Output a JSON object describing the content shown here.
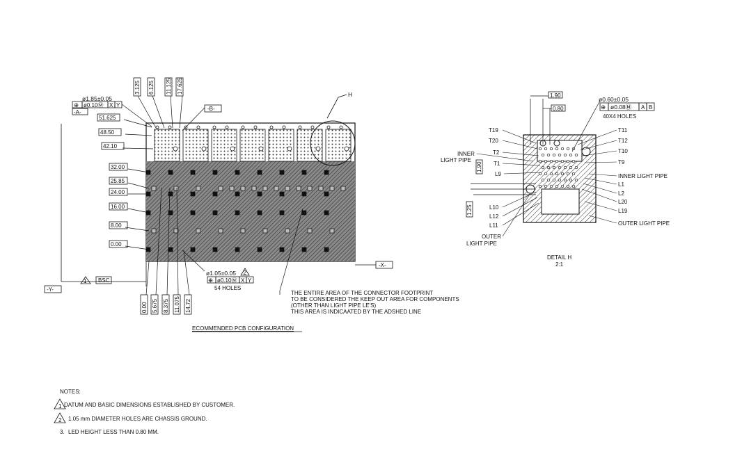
{
  "main_footprint": {
    "datum_hole": {
      "dia": "ø1.85±0.05",
      "fcf_tol": "ø0.10Ⓜ",
      "fcf_ref1": "X",
      "fcf_ref2": "Y",
      "datum": "-A-"
    },
    "datum_b": "-B-",
    "datum_x": "-X-",
    "datum_y": "-Y-",
    "top_dims": [
      "3.125",
      "6.125",
      "11.125",
      "17.625"
    ],
    "left_dims_upper": [
      "51.625",
      "48.50",
      "42.10"
    ],
    "left_dims_lower": [
      "32.00",
      "25.85",
      "24.00",
      "16.00",
      "8.00",
      "0.00"
    ],
    "bottom_dims": [
      "0.00",
      "5.675",
      "8.375",
      "11.075",
      "14.72"
    ],
    "bsc_label": "BSC",
    "datum_note_num": "1",
    "chassis_holes": {
      "dia": "ø1.05±0.05",
      "note_num": "2",
      "fcf_tol": "ø0.10Ⓜ",
      "fcf_ref1": "X",
      "fcf_ref2": "Y",
      "count": "54 HOLES"
    },
    "detail_callout": "H",
    "keepout_note": [
      "THE ENTIRE AREA OF THE CONNECTOR FOOTPRINT",
      "TO BE CONSIDERED THE KEEP OUT AREA FOR COMPONENTS",
      "(OTHER THAN LIGHT PIPE LE'S)",
      "THIS AREA IS INDICAATED BY THE ADSHED LINE"
    ],
    "title": "ECOMMENDED PCB CONFIGURATION"
  },
  "detail_h": {
    "top_dims": [
      "1.90",
      "0.80"
    ],
    "hole_dia": "ø0.60±0.05",
    "fcf_tol": "ø0.08Ⓜ",
    "fcf_ref1": "A",
    "fcf_ref2": "B",
    "hole_count": "40X4 HOLES",
    "left_labels": [
      "T19",
      "T20",
      "T2",
      "T1",
      "L9",
      "L10",
      "L12",
      "L11"
    ],
    "inner_light_pipe_left": [
      "INNER",
      "LIGHT PIPE"
    ],
    "outer_light_pipe_left": [
      "OUTER",
      "LIGHT PIPE"
    ],
    "right_labels": [
      "T11",
      "T12",
      "T10",
      "T9",
      "INNER LIGHT PIPE",
      "L1",
      "L2",
      "L20",
      "L19",
      "OUTER LIGHT PIPE"
    ],
    "side_dims": [
      "1.90",
      "1.25"
    ],
    "caption": "DETAIL  H",
    "scale": "2:1"
  },
  "notes": {
    "heading": "NOTES:",
    "items": [
      {
        "num": "1",
        "text": "DATUM AND BASIC DIMENSIONS ESTABLISHED BY CUSTOMER."
      },
      {
        "num": "2",
        "text": "1.05 mm DIAMETER HOLES ARE CHASSIS GROUND."
      },
      {
        "num": "3.",
        "text": "LED HEIGHT LESS THAN 0.80 MM."
      }
    ]
  }
}
